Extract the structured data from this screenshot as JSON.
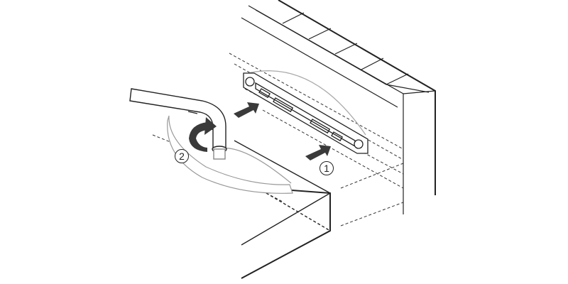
{
  "diagram": {
    "type": "installation-instruction",
    "description": "Mounting a window handle: (1) insert mounting plate into sash, (2) fit and rotate handle",
    "steps": [
      {
        "number": "1",
        "label": "1",
        "action": "Push mounting plate into frame (arrows)"
      },
      {
        "number": "2",
        "label": "2",
        "action": "Rotate handle onto plate"
      }
    ],
    "colors": {
      "line": "#222222",
      "light_line": "#9a9a9a",
      "arrow_fill": "#3a3a3a",
      "background": "#ffffff"
    }
  }
}
